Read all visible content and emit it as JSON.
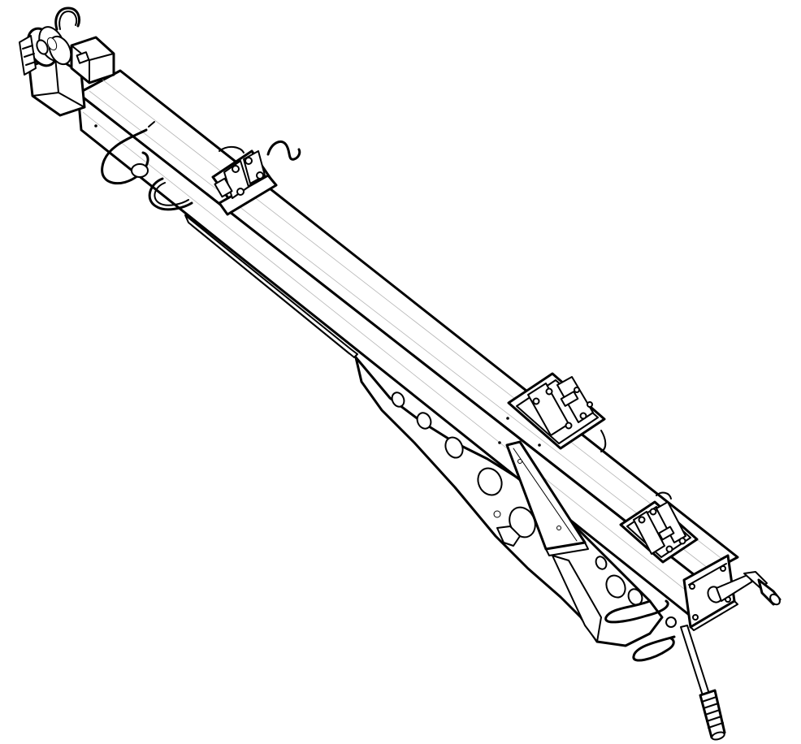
{
  "drawing": {
    "background": "#ffffff",
    "line_color": "#000000",
    "parts": [
      "boom-beam",
      "top-pulley-assembly",
      "wire-rope-hook-top",
      "coiled-cable-upper",
      "j-hook",
      "clamp-bracket-upper",
      "side-reinforcement-plate",
      "lower-gusset-plate",
      "mounting-plate",
      "clamp-bracket-middle",
      "clamp-bracket-lower",
      "end-plate",
      "crank-handle",
      "grab-handle",
      "cable-loop-lower"
    ]
  }
}
